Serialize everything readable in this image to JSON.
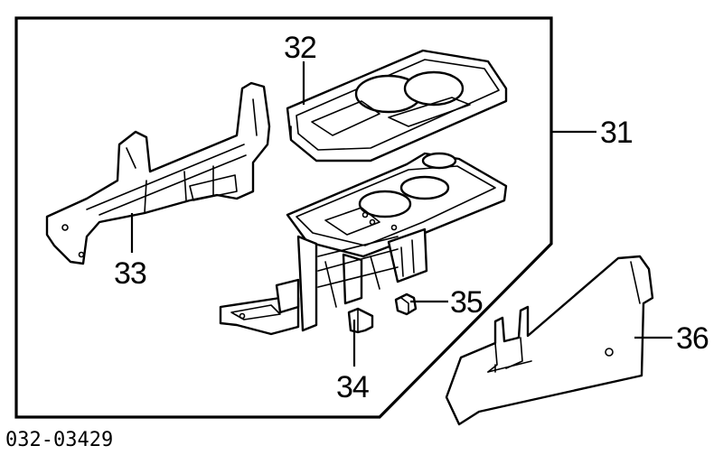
{
  "callouts": {
    "p31": "31",
    "p32": "32",
    "p33": "33",
    "p34": "34",
    "p35": "35",
    "p36": "36"
  },
  "reference_number": "032-03429"
}
